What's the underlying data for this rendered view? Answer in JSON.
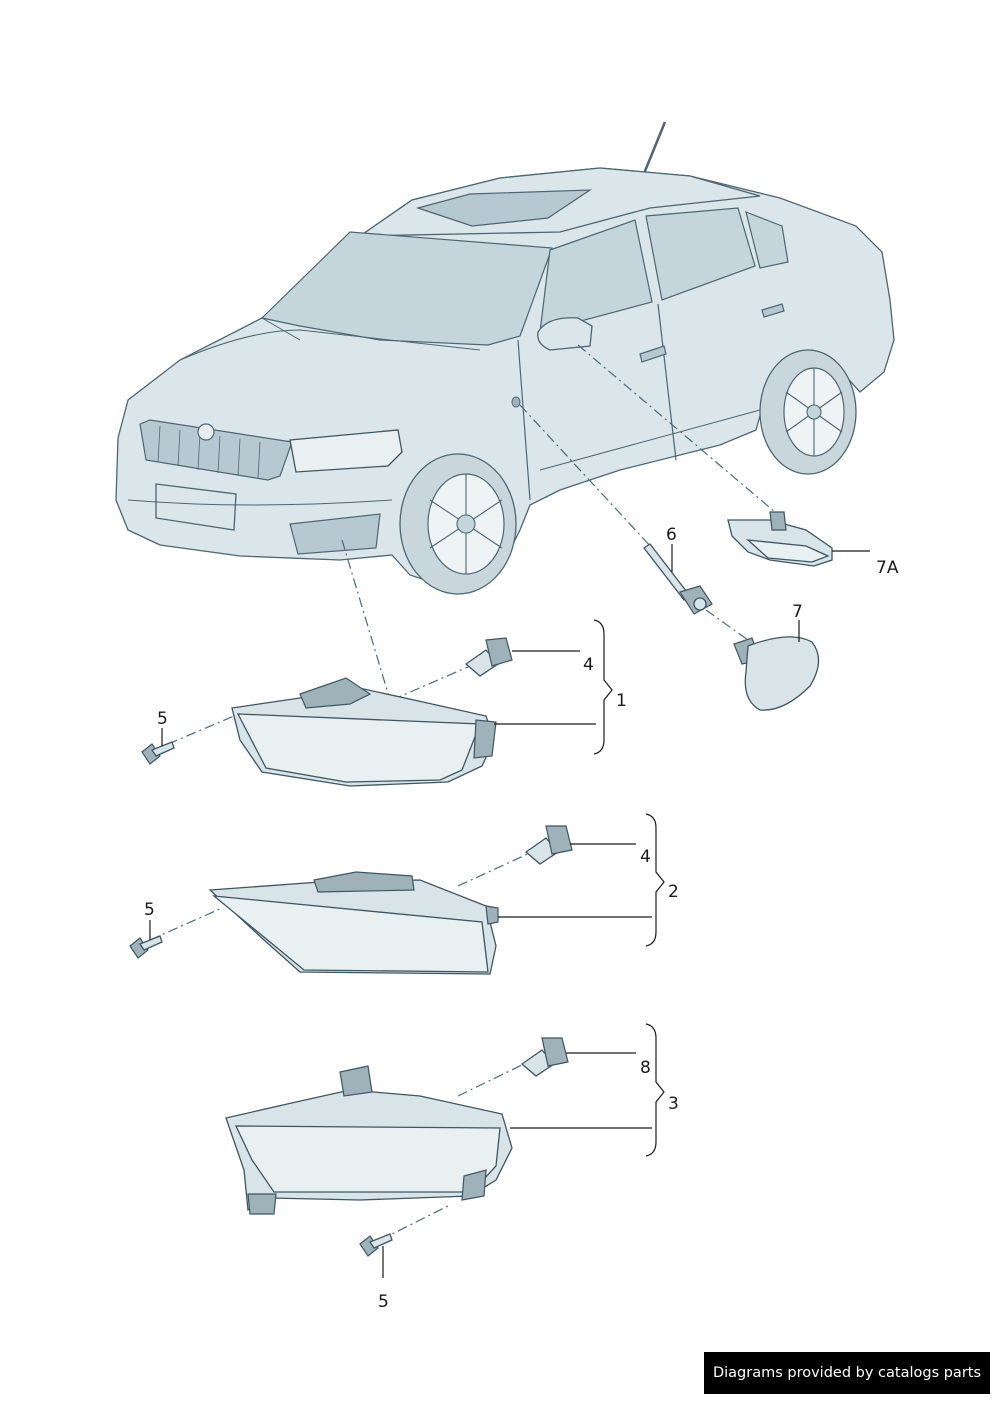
{
  "callouts": {
    "c6": "6",
    "c7A": "7A",
    "c7": "7",
    "c4a": "4",
    "c1": "1",
    "c5a": "5",
    "c4b": "4",
    "c2": "2",
    "c5b": "5",
    "c8": "8",
    "c3": "3",
    "c5c": "5"
  },
  "footer": {
    "credit": "Diagrams provided by catalogs parts"
  }
}
